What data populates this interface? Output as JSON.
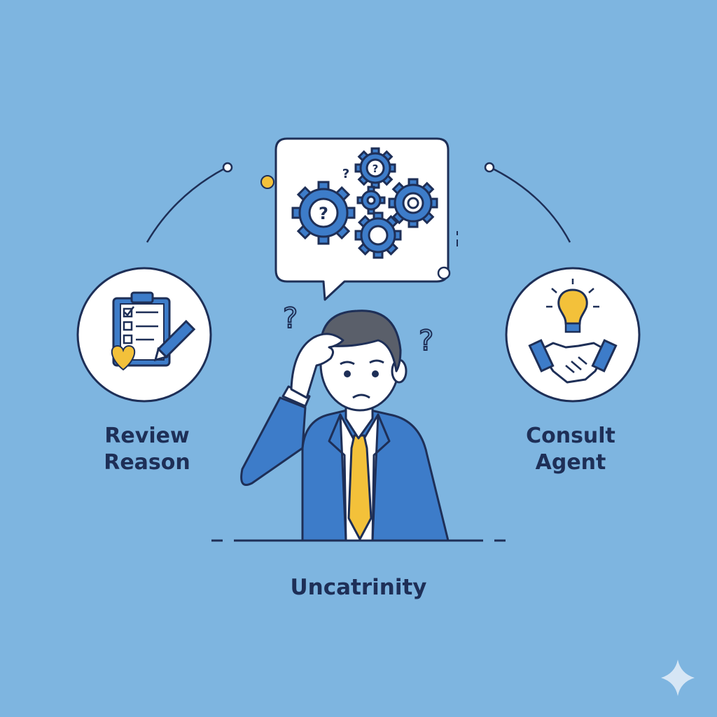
{
  "left_option": {
    "line1": "Review",
    "line2": "Reason",
    "icon": "checklist-clipboard-icon"
  },
  "right_option": {
    "line1": "Consult",
    "line2": "Agent",
    "icon": "lightbulb-handshake-icon"
  },
  "center": {
    "caption": "Uncatrinity"
  },
  "thought_bubble": {
    "icon": "gears-question-icon"
  },
  "colors": {
    "background": "#7eb5e0",
    "ink": "#1e2f57",
    "accent_blue": "#3d7cc9",
    "accent_yellow": "#f3c13a",
    "white": "#ffffff"
  }
}
